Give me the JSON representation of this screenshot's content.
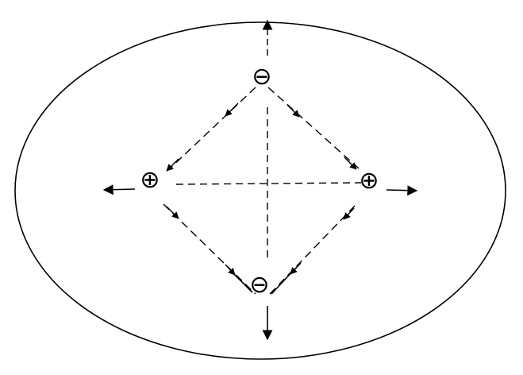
{
  "diagram": {
    "charges": {
      "top": {
        "sign": "negative",
        "symbol": "⊖"
      },
      "bottom": {
        "sign": "negative",
        "symbol": "⊖"
      },
      "left": {
        "sign": "positive",
        "symbol": "⊕"
      },
      "right": {
        "sign": "positive",
        "symbol": "⊕"
      }
    },
    "line_color": "#000000",
    "background_color": "#ffffff"
  }
}
